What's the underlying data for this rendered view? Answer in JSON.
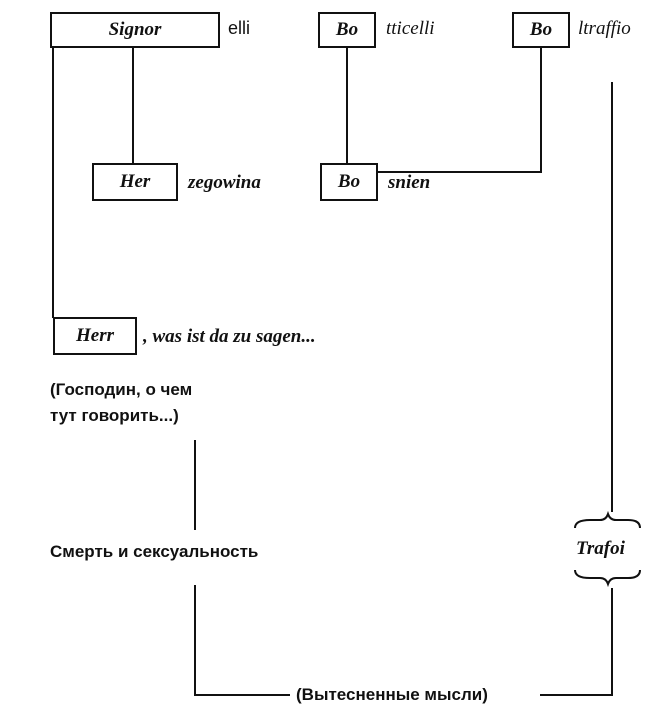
{
  "names": {
    "signorelli": {
      "prefix": "Signor",
      "suffix": "elli"
    },
    "botticelli": {
      "prefix": "Bo",
      "suffix": "tticelli"
    },
    "boltraffio": {
      "prefix": "Bo",
      "suffix": "ltraffio"
    },
    "herzegowina": {
      "prefix": "Her",
      "suffix": "zegowina"
    },
    "bosnien": {
      "prefix": "Bo",
      "suffix": "snien"
    },
    "herr": {
      "prefix": "Herr",
      "suffix": ", was ist da zu sagen..."
    }
  },
  "translation": {
    "line1": "(Господин, о чем",
    "line2": "тут говорить...)"
  },
  "theme": "Смерть и сексуальность",
  "trafoi": "Trafoi",
  "repressed": "(Вытесненные мысли)",
  "colors": {
    "ink": "#111111",
    "paper": "#ffffff"
  }
}
